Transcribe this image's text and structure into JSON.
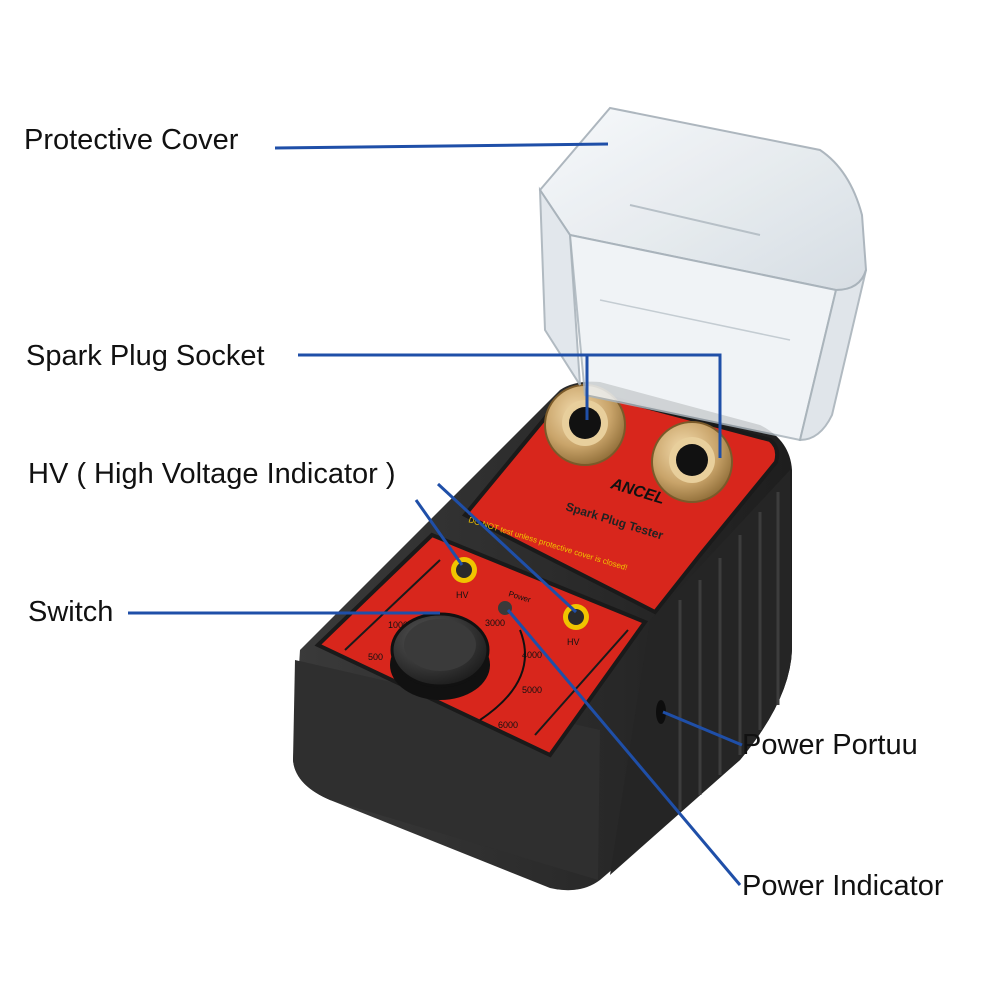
{
  "callouts": {
    "protective_cover": "Protective Cover",
    "spark_plug_socket": "Spark Plug Socket",
    "hv_indicator": "HV ( High Voltage Indicator )",
    "switch": "Switch",
    "power_port": "Power Portuu",
    "power_indicator": "Power Indicator"
  },
  "device": {
    "brand": "ANCEL",
    "model": "Spark Plug Tester",
    "warning": "DO NOT test unless protective cover is closed!",
    "hv_label": "HV",
    "power_label": "Power",
    "dial_marks": [
      "500",
      "1000",
      "3000",
      "4000",
      "5000",
      "6000"
    ]
  },
  "colors": {
    "leader_line": "#1f4fa8",
    "panel_red": "#d8261c",
    "body_black": "#2b2b2b",
    "brass": "#c9a46a",
    "hv_ring": "#f0c400"
  }
}
